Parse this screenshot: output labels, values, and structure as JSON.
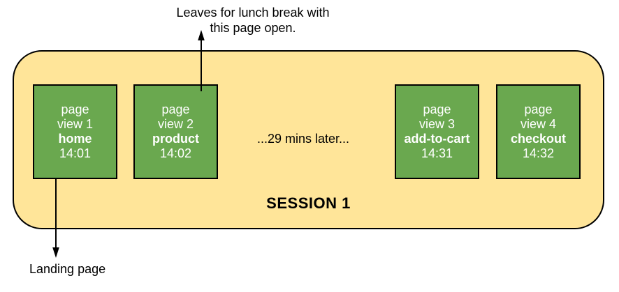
{
  "colors": {
    "canvas_bg": "#ffffff",
    "session_fill": "#ffe599",
    "box_fill": "#6aa84f",
    "stroke": "#000000",
    "box_text": "#ffffff",
    "note_text": "#000000"
  },
  "annotations": {
    "lunch_note_line1": "Leaves for lunch break with",
    "lunch_note_line2": "this page open.",
    "landing_note": "Landing page"
  },
  "session": {
    "label": "SESSION 1",
    "gap_text": "...29 mins later...",
    "page_views": [
      {
        "line1": "page",
        "line2": "view 1",
        "name": "home",
        "time": "14:01"
      },
      {
        "line1": "page",
        "line2": "view 2",
        "name": "product",
        "time": "14:02"
      },
      {
        "line1": "page",
        "line2": "view 3",
        "name": "add-to-cart",
        "time": "14:31"
      },
      {
        "line1": "page",
        "line2": "view 4",
        "name": "checkout",
        "time": "14:32"
      }
    ]
  }
}
